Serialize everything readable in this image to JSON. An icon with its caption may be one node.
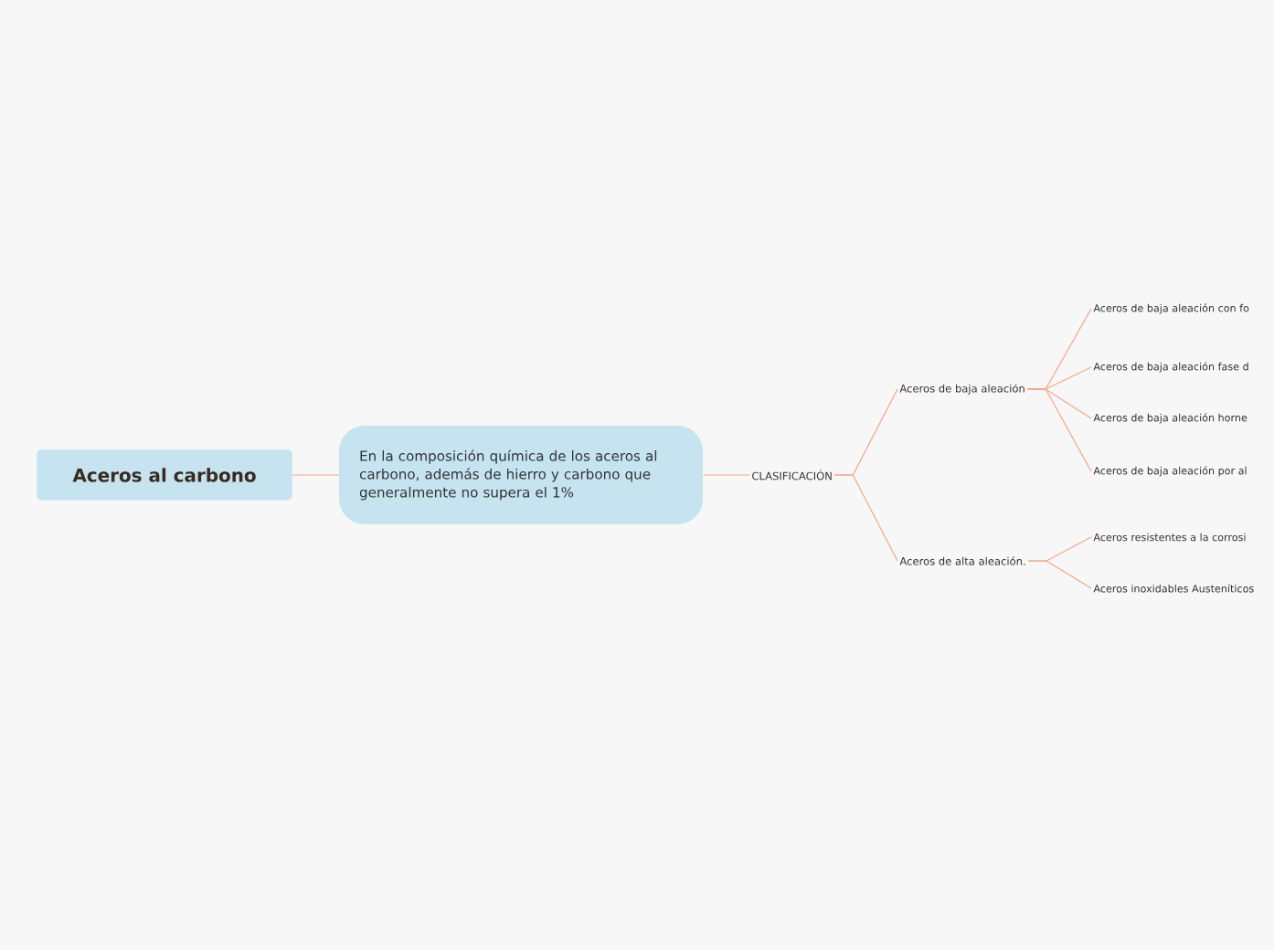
{
  "diagram": {
    "nodes": [
      {
        "text": [
          "Aceros al carbono"
        ]
      },
      {
        "text": [
          "En la composición química de los aceros al carbono, además de hierro y carbono que generalmente no supera el 1%"
        ]
      },
      {
        "text": [
          "CLASIFICACIÓN"
        ]
      },
      {
        "text": [
          "Aceros de baja aleación"
        ]
      },
      {
        "text": [
          "Aceros de alta aleación."
        ]
      },
      {
        "text": [
          "Aceros de baja aleación con fo"
        ]
      },
      {
        "text": [
          "Aceros de baja aleación fase d"
        ]
      },
      {
        "text": [
          "Aceros de baja aleación horne"
        ]
      },
      {
        "text": [
          "Aceros de baja aleación por al"
        ]
      },
      {
        "text": [
          "Aceros resistentes a la corrosi"
        ]
      },
      {
        "text": [
          "Aceros inoxidables Austeníticos"
        ]
      }
    ],
    "edges": [
      {
        "from": 0,
        "to": 1,
        "arrow": "none"
      },
      {
        "from": 1,
        "to": 2,
        "arrow": "none"
      },
      {
        "from": 2,
        "to": 3,
        "arrow": "none"
      },
      {
        "from": 2,
        "to": 4,
        "arrow": "none"
      },
      {
        "from": 3,
        "to": 5,
        "arrow": "none"
      },
      {
        "from": 3,
        "to": 6,
        "arrow": "none"
      },
      {
        "from": 3,
        "to": 7,
        "arrow": "none"
      },
      {
        "from": 3,
        "to": 8,
        "arrow": "none"
      },
      {
        "from": 4,
        "to": 9,
        "arrow": "none"
      },
      {
        "from": 4,
        "to": 10,
        "arrow": "none"
      }
    ]
  }
}
